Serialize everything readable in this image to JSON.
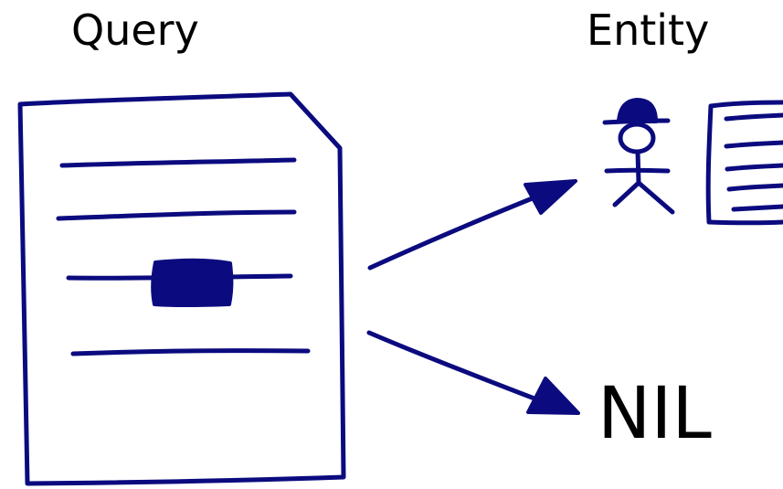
{
  "labels": {
    "query": "Query",
    "entity": "Entity",
    "nil": "NIL"
  },
  "colors": {
    "ink": "#0b0b7f",
    "text": "#000000",
    "background": "#ffffff"
  },
  "icons": {
    "query_document": "document-icon",
    "person": "person-icon",
    "entity_document": "document-icon"
  }
}
